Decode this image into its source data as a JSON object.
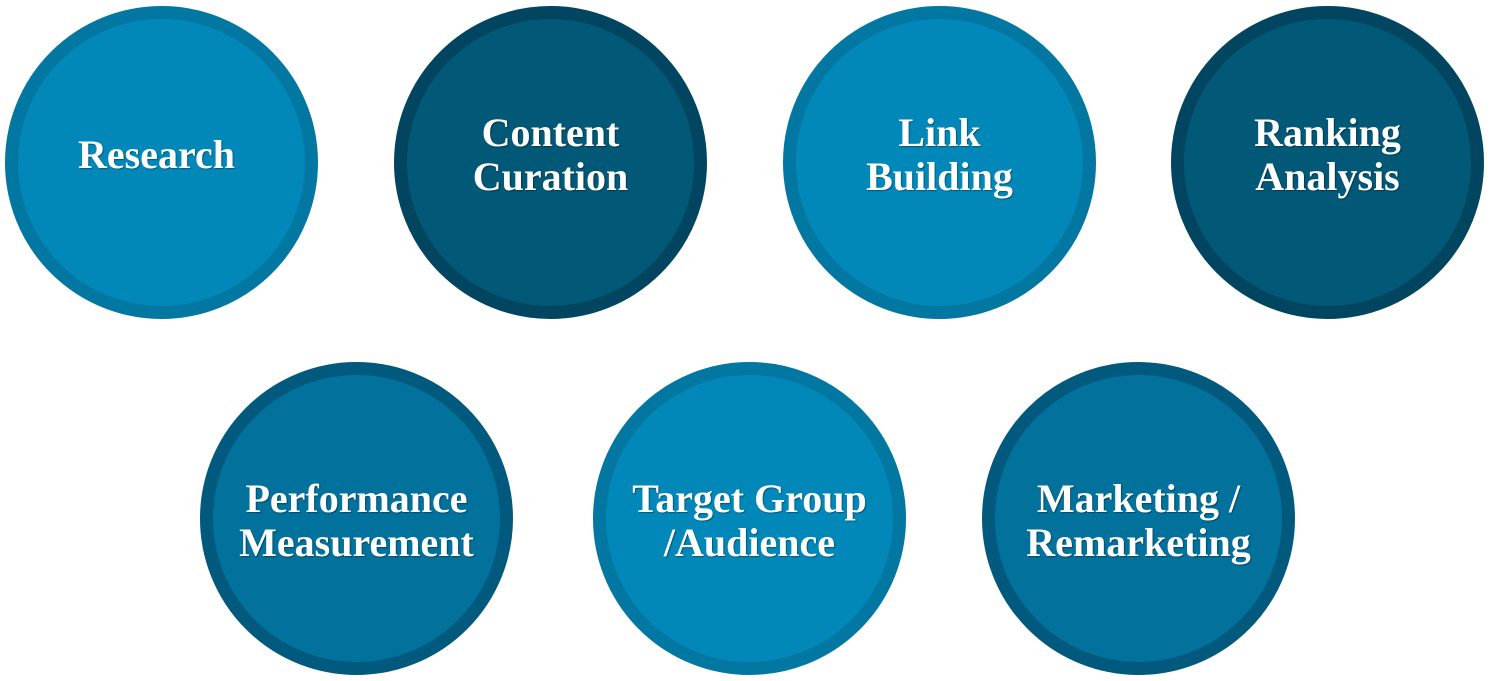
{
  "items": [
    {
      "label": "Research",
      "fill": "#0288b8",
      "ring": "#0177a2"
    },
    {
      "label": "Content\nCuration",
      "fill": "#025877",
      "ring": "#014560"
    },
    {
      "label": "Link\nBuilding",
      "fill": "#0288b8",
      "ring": "#0177a2"
    },
    {
      "label": "Ranking\nAnalysis",
      "fill": "#025877",
      "ring": "#014560"
    },
    {
      "label": "Performance\nMeasurement",
      "fill": "#02719c",
      "ring": "#015a7d"
    },
    {
      "label": "Target Group\n/Audience",
      "fill": "#0288b8",
      "ring": "#0177a2"
    },
    {
      "label": "Marketing /\nRemarketing",
      "fill": "#02719c",
      "ring": "#015a7d"
    }
  ]
}
